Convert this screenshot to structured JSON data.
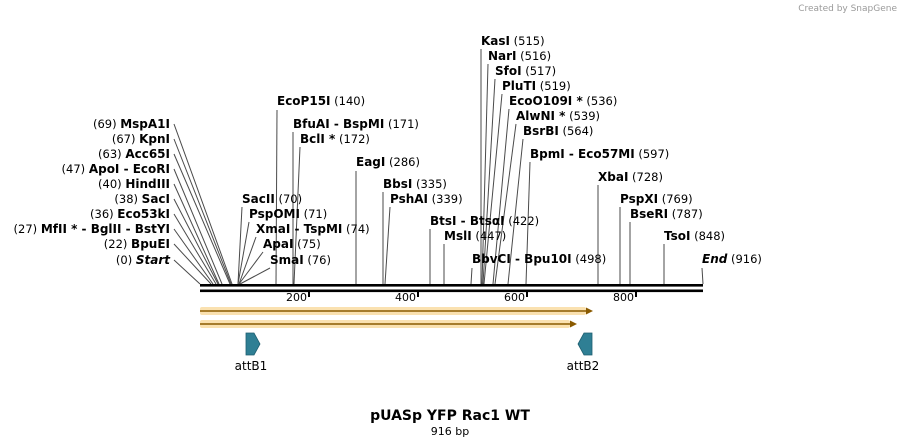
{
  "credit": "Created by SnapGene",
  "title": "pUASp YFP Rac1 WT",
  "length_label": "916 bp",
  "ticks": [
    "200",
    "400",
    "600",
    "800"
  ],
  "sites": [
    {
      "name": "Start",
      "pos": "(0)",
      "italic": true
    },
    {
      "name": "BpuEI",
      "pos": "(22)"
    },
    {
      "name": "MfII * - BglII - BstYI",
      "pos": "(27)"
    },
    {
      "name": "Eco53kI",
      "pos": "(36)"
    },
    {
      "name": "SacI",
      "pos": "(38)"
    },
    {
      "name": "HindIII",
      "pos": "(40)"
    },
    {
      "name": "ApoI - EcoRI",
      "pos": "(47)"
    },
    {
      "name": "Acc65I",
      "pos": "(63)"
    },
    {
      "name": "KpnI",
      "pos": "(67)"
    },
    {
      "name": "MspA1I",
      "pos": "(69)"
    },
    {
      "name": "SmaI",
      "pos": "(76)"
    },
    {
      "name": "ApaI",
      "pos": "(75)"
    },
    {
      "name": "XmaI - TspMI",
      "pos": "(74)"
    },
    {
      "name": "PspOMI",
      "pos": "(71)"
    },
    {
      "name": "SacII",
      "pos": "(70)"
    },
    {
      "name": "EcoP15I",
      "pos": "(140)"
    },
    {
      "name": "BfuAI - BspMI",
      "pos": "(171)"
    },
    {
      "name": "BclI *",
      "pos": "(172)"
    },
    {
      "name": "EagI",
      "pos": "(286)"
    },
    {
      "name": "BbsI",
      "pos": "(335)"
    },
    {
      "name": "PshAI",
      "pos": "(339)"
    },
    {
      "name": "BtsI - BtsαI",
      "pos": "(422)"
    },
    {
      "name": "MslI",
      "pos": "(447)"
    },
    {
      "name": "BbvCI - Bpu10I",
      "pos": "(498)"
    },
    {
      "name": "KasI",
      "pos": "(515)"
    },
    {
      "name": "NarI",
      "pos": "(516)"
    },
    {
      "name": "SfoI",
      "pos": "(517)"
    },
    {
      "name": "PluTI",
      "pos": "(519)"
    },
    {
      "name": "EcoO109I *",
      "pos": "(536)"
    },
    {
      "name": "AlwNI *",
      "pos": "(539)"
    },
    {
      "name": "BsrBI",
      "pos": "(564)"
    },
    {
      "name": "BpmI - Eco57MI",
      "pos": "(597)"
    },
    {
      "name": "XbaI",
      "pos": "(728)"
    },
    {
      "name": "PspXI",
      "pos": "(769)"
    },
    {
      "name": "BseRI",
      "pos": "(787)"
    },
    {
      "name": "TsoI",
      "pos": "(848)"
    },
    {
      "name": "End",
      "pos": "(916)",
      "italic": true
    }
  ],
  "features": [
    {
      "name": "attB1",
      "direction": "forward"
    },
    {
      "name": "attB2",
      "direction": "reverse"
    }
  ],
  "colors": {
    "orf_fill": "#f6c870",
    "orf_stroke": "#8a5a00",
    "feature_fill": "#2f7f94",
    "backbone": "#000000"
  }
}
